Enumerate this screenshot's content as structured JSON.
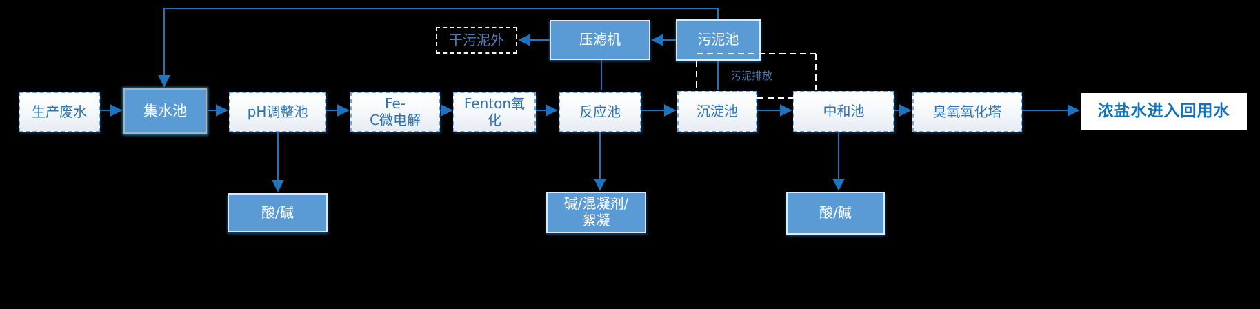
{
  "diagram": {
    "title": "wastewater-treatment-process-flow",
    "colors": {
      "background": "#000000",
      "node_fill_blue": "#5b9bd5",
      "node_border_dashed_blue": "#6fa8dc",
      "node_text_blue": "#2e74b5",
      "connector_blue": "#1e74c0",
      "dashed_connector_white": "#ffffff",
      "final_text_blue": "#1273bd"
    }
  },
  "nodes": {
    "production_wastewater": {
      "label": "生产废水"
    },
    "collection_tank": {
      "label": "集水池"
    },
    "ph_adjustment_tank": {
      "label": "pH调整池"
    },
    "fe_c_micro_electrolysis": {
      "label": "Fe-\nC微电解"
    },
    "fenton_oxidation": {
      "label": "Fenton氧\n化"
    },
    "reaction_tank": {
      "label": "反应池"
    },
    "sedimentation_tank": {
      "label": "沉淀池"
    },
    "neutralization_tank": {
      "label": "中和池"
    },
    "ozone_oxidation_tower": {
      "label": "臭氧氧化塔"
    },
    "brine_to_reuse_water": {
      "label": "浓盐水进入回用水"
    },
    "dry_sludge_out": {
      "label": "干污泥外"
    },
    "filter_press": {
      "label": "压滤机"
    },
    "sludge_tank": {
      "label": "污泥池"
    },
    "acid_alkali_dosing_left": {
      "label": "酸/碱"
    },
    "alkali_coagulant_flocculant_dosing": {
      "label": "碱/混凝剂/\n絮凝"
    },
    "acid_alkali_dosing_right": {
      "label": "酸/碱"
    }
  },
  "edge_labels": {
    "sludge_discharge": "污泥排放"
  }
}
